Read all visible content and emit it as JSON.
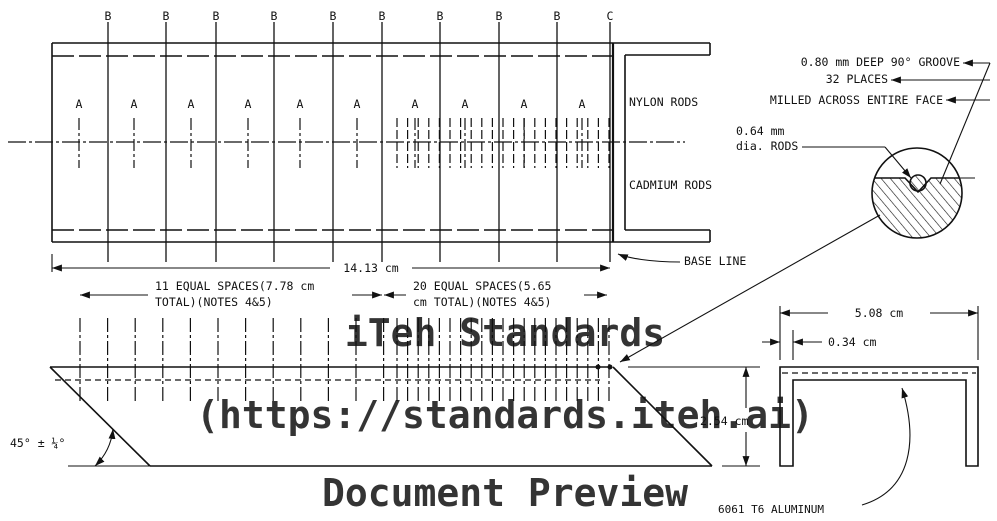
{
  "labels": {
    "col_b": "B",
    "col_c": "C",
    "col_a": "A",
    "nylon_rods": "NYLON RODS",
    "cadmium_rods": "CADMIUM RODS",
    "base_line": "BASE LINE",
    "overall_length": "14.13 cm",
    "left_spaces_1": "11 EQUAL SPACES(7.78 cm",
    "left_spaces_2": "TOTAL)(NOTES 4&5)",
    "right_spaces_1": "20 EQUAL SPACES(5.65",
    "right_spaces_2": "cm TOTAL)(NOTES 4&5)",
    "groove_1": "0.80 mm DEEP 90° GROOVE",
    "groove_2": "32 PLACES",
    "groove_3": "MILLED ACROSS ENTIRE FACE",
    "rod_dia_1": "0.64 mm",
    "rod_dia_2": "dia. RODS",
    "angle": "45° ± ¼°",
    "width": "5.08 cm",
    "thickness": "0.34 cm",
    "height": "2.54 cm",
    "material": "6061 T6 ALUMINUM"
  },
  "watermark": {
    "line1": "iTeh Standards",
    "line2": "(https://standards.iteh.ai)",
    "line3": "Document Preview"
  }
}
